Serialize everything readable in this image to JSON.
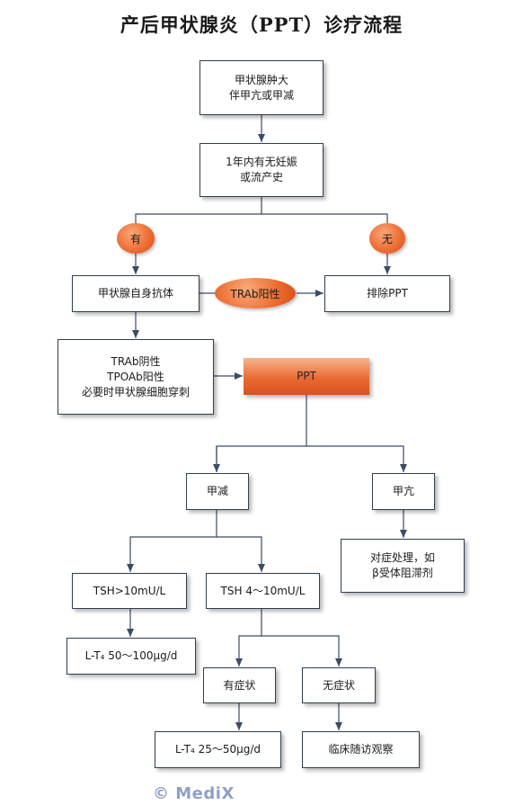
{
  "title": "产后甲状腺炎（PPT）诊疗流程",
  "nodes": {
    "goiter": "甲状腺肿大\n伴甲亢或甲减",
    "pregnancy": "1年内有无妊娠\n或流产史",
    "yes": "有",
    "no": "无",
    "antibodies": "甲状腺自身抗体",
    "trab_positive": "TRAb阳性",
    "exclude": "排除PPT",
    "workup": "TRAb阴性\nTPOAb阳性\n必要时甲状腺细胞穿刺",
    "ppt": "PPT",
    "hypo": "甲减",
    "hyper": "甲亢",
    "symptomatic_tx": "对症处理，如\nβ受体阻滞剂",
    "tsh_high": "TSH>10mU/L",
    "tsh_mid": "TSH 4～10mU/L",
    "lt4_high": "L-T₄ 50～100μg/d",
    "with_symptoms": "有症状",
    "without_symptoms": "无症状",
    "lt4_low": "L-T₄ 25～50μg/d",
    "followup": "临床随访观察"
  },
  "watermark": "© MediX"
}
